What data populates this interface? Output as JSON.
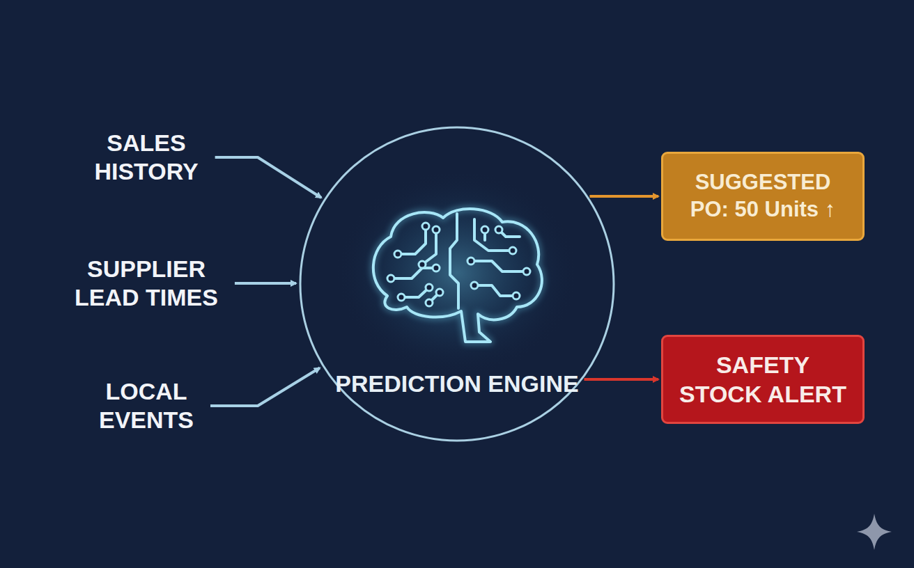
{
  "diagram": {
    "nodes": [
      {
        "text": [
          "SALES HISTORY"
        ]
      },
      {
        "text": [
          "SUPPLIER LEAD TIMES"
        ]
      },
      {
        "text": [
          "LOCAL EVENTS"
        ]
      },
      {
        "text": [
          "PREDICTION ENGINE"
        ]
      },
      {
        "text": [
          "SUGGESTED PO: 50 Units ↑"
        ]
      },
      {
        "text": [
          "SAFETY STOCK ALERT"
        ]
      }
    ],
    "edges": [
      {
        "from": 0,
        "to": 3,
        "arrow": "to"
      },
      {
        "from": 1,
        "to": 3,
        "arrow": "to"
      },
      {
        "from": 2,
        "to": 3,
        "arrow": "to"
      },
      {
        "from": 3,
        "to": 4,
        "arrow": "to"
      },
      {
        "from": 3,
        "to": 5,
        "arrow": "to"
      }
    ]
  }
}
